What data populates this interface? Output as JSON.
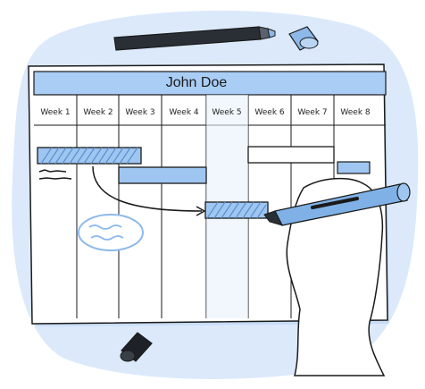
{
  "board": {
    "title": "John Doe",
    "weeks": [
      "Week 1",
      "Week 2",
      "Week 3",
      "Week 4",
      "Week 5",
      "Week 6",
      "Week 7",
      "Week 8"
    ]
  },
  "colors": {
    "background_blob": "#dbe9fb",
    "header_band": "#a9cdf5",
    "task_fill": "#9fc6f1",
    "outline": "#1a1a1a",
    "marker_body": "#2a2f36",
    "marker_cap": "#8db9ea",
    "highlighter_body": "#7fb1e6"
  },
  "icons": [
    "marker-icon",
    "highlighter-icon",
    "hand-icon",
    "note-bubble-icon",
    "marker-cap-icon"
  ]
}
